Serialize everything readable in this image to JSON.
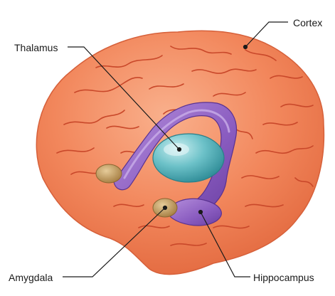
{
  "labels": {
    "cortex": "Cortex",
    "thalamus": "Thalamus",
    "amygdala": "Amygdala",
    "hippocampus": "Hippocampus"
  },
  "colors": {
    "cortex_fill": "#f2875c",
    "cortex_highlight": "#f7a47e",
    "sulcus_line": "#c9482a",
    "limbic_purple": "#8a5cc0",
    "limbic_purple_light": "#b08ad8",
    "thalamus_teal": "#5fb8c0",
    "thalamus_teal_light": "#a6dde0",
    "amygdala_tan": "#c7a46a",
    "leader_line": "#1a1a1a"
  }
}
